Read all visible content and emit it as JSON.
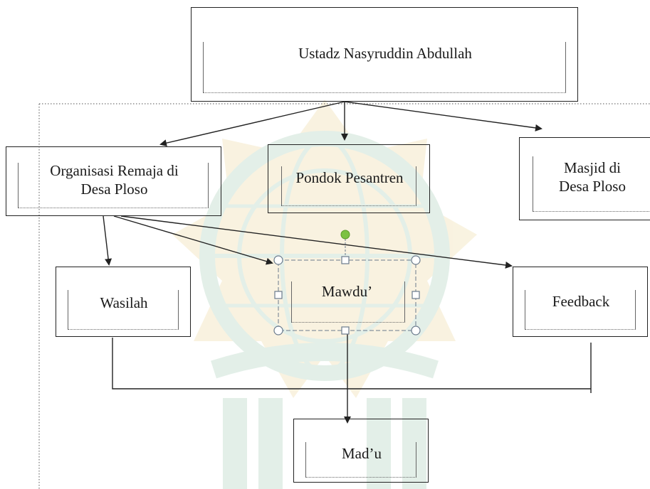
{
  "diagram": {
    "nodes": {
      "root": "Ustadz Nasyruddin Abdullah",
      "organisasi": "Organisasi Remaja di\nDesa Ploso",
      "pondok": "Pondok Pesantren",
      "masjid": "Masjid di\nDesa Ploso",
      "wasilah": "Wasilah",
      "mawdu": "Mawdu’",
      "feedback": "Feedback",
      "madu": "Mad’u"
    },
    "colors": {
      "line": "#222222",
      "watermark_green": "#2e8b57",
      "watermark_gold": "#d4a017",
      "selection_handle": "#6a7a8c",
      "rotate_handle": "#7cc242"
    },
    "watermark": "university-seal-logo"
  }
}
